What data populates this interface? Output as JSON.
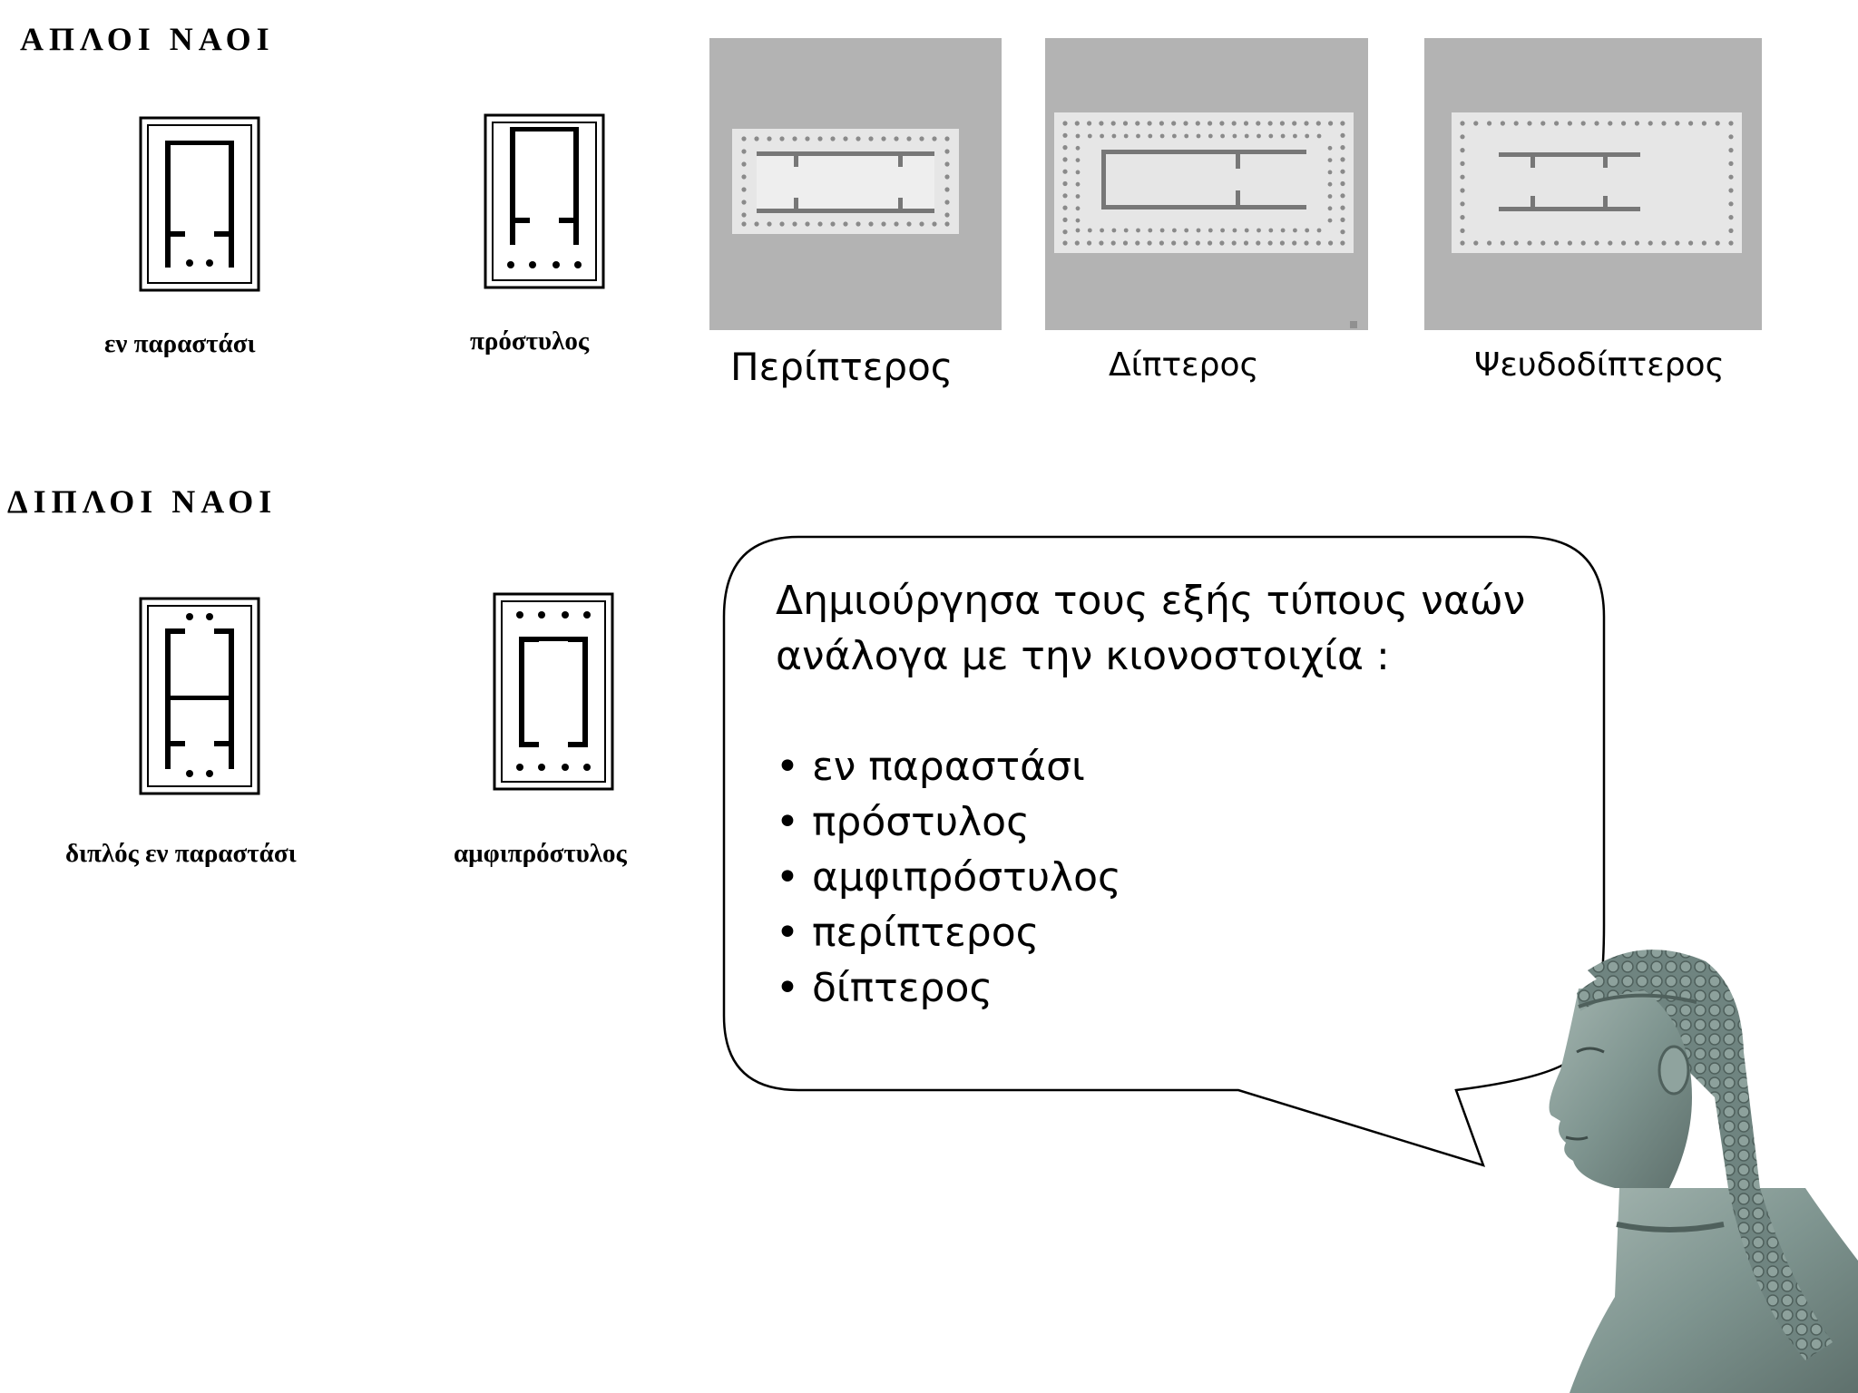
{
  "sections": {
    "simple_heading": "ΑΠΛΟΙ ΝΑΟΙ",
    "double_heading": "ΔΙΠΛΟΙ ΝΑΟΙ"
  },
  "plans": {
    "en_parastasi": "εν παραστάσι",
    "prostylos": "πρόστυλος",
    "peripteros": "Περίπτερος",
    "dipteros": "Δίπτερος",
    "pseudodipteros": "Ψευδοδίπτερος",
    "diplos_en_parastasi": "διπλός εν παραστάσι",
    "amfiprostylos": "αμφιπρόστυλος"
  },
  "speech": {
    "intro": "Δημιούργησα τους εξής τύπους ναών ανάλογα με την κιονοστοιχία :",
    "items": [
      "• εν παραστάσι",
      "• πρόστυλος",
      "• αμφιπρόστυλος",
      "• περίπτερος",
      "• δίπτερος"
    ]
  },
  "colors": {
    "plan_panel_bg": "#b3b3b3",
    "plan_stylobate": "#e6e6e6",
    "plan_wall": "#777777",
    "plan_column": "#8a8a8a",
    "statue_stone": "#7f9590"
  }
}
